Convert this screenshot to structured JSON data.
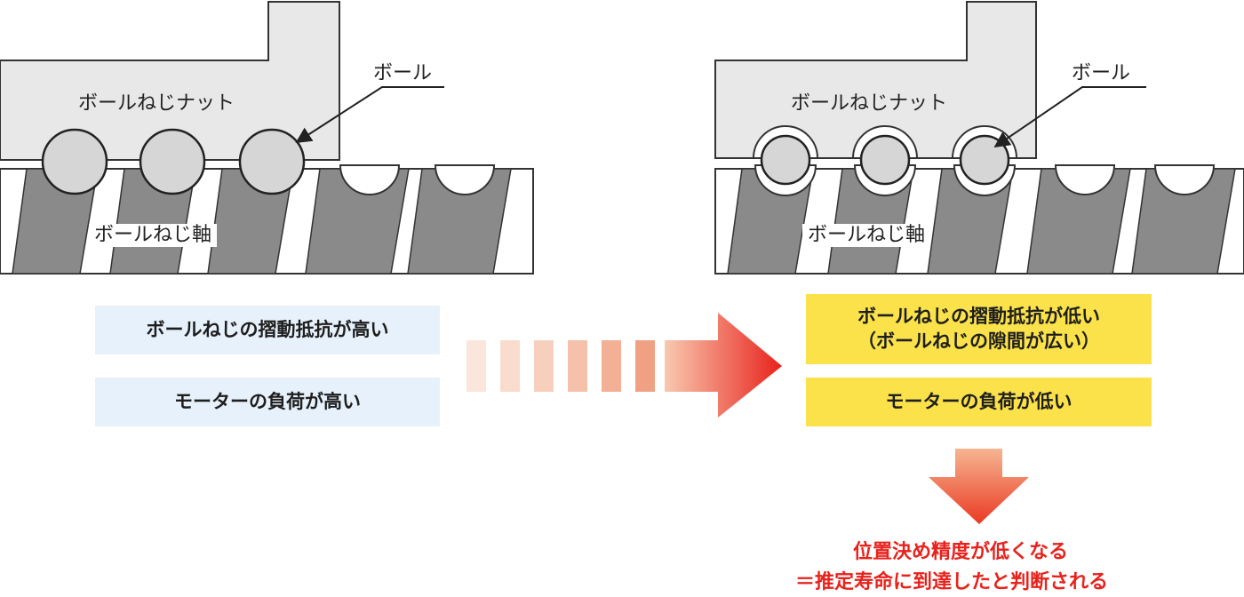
{
  "left_panel": {
    "nut_label": "ボールねじナット",
    "ball_label": "ボール",
    "shaft_label": "ボールねじ軸"
  },
  "right_panel": {
    "nut_label": "ボールねじナット",
    "ball_label": "ボール",
    "shaft_label": "ボールねじ軸"
  },
  "left_boxes": {
    "friction_high": "ボールねじの摺動抵抗が高い",
    "load_high": "モーターの負荷が高い"
  },
  "right_boxes": {
    "friction_low_line1": "ボールねじの摺動抵抗が低い",
    "friction_low_line2": "（ボールねじの隙間が広い）",
    "load_low": "モーターの負荷が低い"
  },
  "conclusion": {
    "line1": "位置決め精度が低くなる",
    "line2": "＝推定寿命に到達したと判断される"
  },
  "colors": {
    "shaft_gray": "#8a8a8a",
    "ball_fill": "#d6d6d6",
    "box_blue": "#e7f1fb",
    "box_yellow": "#fbe24a",
    "arrow_red": "#e8221c",
    "text_red": "#e8221c"
  }
}
